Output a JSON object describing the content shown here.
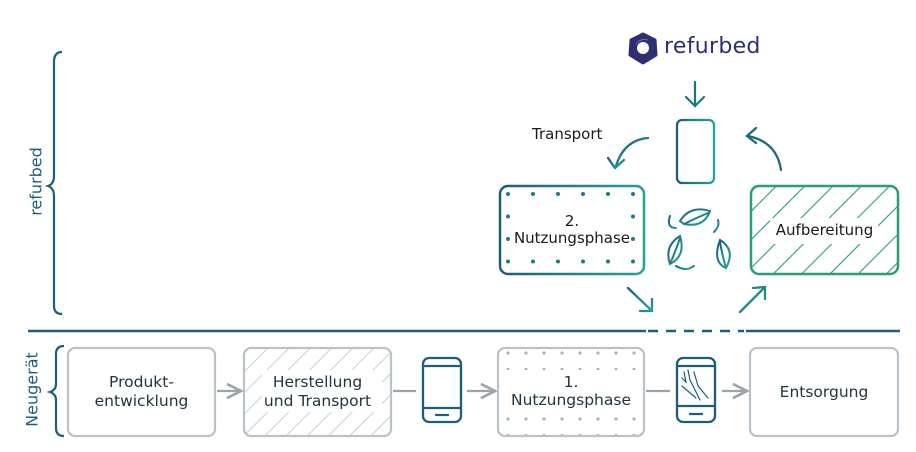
{
  "brand": {
    "logo_text": "refurbed"
  },
  "rows": {
    "top_label": "refurbed",
    "bottom_label": "Neugerät"
  },
  "top_cycle": {
    "transport_label": "Transport",
    "usage_box": {
      "line1": "2.",
      "line2": "Nutzungsphase"
    },
    "refurb_box": {
      "label": "Aufbereitung"
    }
  },
  "bottom_flow": {
    "boxes": [
      {
        "line1": "Produkt-",
        "line2": "entwicklung"
      },
      {
        "line1": "Herstellung",
        "line2": "und Transport"
      },
      {
        "line1": "1.",
        "line2": "Nutzungsphase"
      },
      {
        "line1": "Entsorgung",
        "line2": ""
      }
    ]
  },
  "colors": {
    "dark_blue": "#1b5f7a",
    "teal": "#1a8f8a",
    "green": "#2a9d78",
    "gray_box": "#b9c2c8",
    "gray_arrow": "#9aa4ab",
    "text_dark": "#24343d",
    "logo_navy": "#2d2f72"
  },
  "icons": [
    "refurbed-logo-icon",
    "smartphone-icon",
    "broken-smartphone-icon",
    "recycle-leaves-icon",
    "arrow-icon",
    "curly-brace-icon"
  ]
}
